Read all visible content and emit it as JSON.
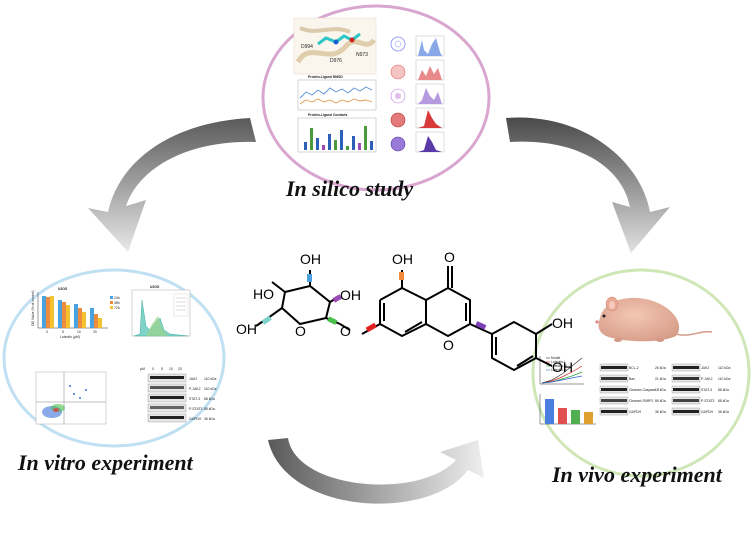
{
  "titles": {
    "in_silico": "In silico study",
    "in_vitro": "In vitro experiment",
    "in_vivo": "In vivo experiment"
  },
  "colors": {
    "silico_ellipse": "#d9a6cf",
    "vitro_ellipse": "#bfe0f3",
    "vivo_ellipse": "#cfe6b6",
    "arrow": "#8a8a8a"
  },
  "molecule": {
    "atoms": {
      "oh": "OH",
      "ho": "HO",
      "o": "O"
    }
  },
  "silico": {
    "residues": {
      "d994": "D994",
      "n973": "N973",
      "d976": "D976"
    },
    "rmsd_title": "Protein-Ligand RMSD",
    "contacts_title": "Protein-Ligand Contacts"
  },
  "vitro": {
    "bar_chart_title": "U2OS",
    "bar_legend": [
      "24h",
      "48h",
      "72h"
    ],
    "bar_xlabel": "Luteolin (μM)",
    "bar_ylabel": "OD Value (% of control)",
    "bar_xticks": [
      "0",
      "5",
      "10",
      "20"
    ],
    "histogram_title": "U2OS",
    "wb_header": [
      "μM",
      "0",
      "5",
      "10",
      "20"
    ],
    "wb_labels": [
      "JAK2",
      "P-JAK2",
      "STAT-3",
      "P-STAT3",
      "GAPDH"
    ],
    "wb_sizes": [
      "110 kDa",
      "110 kDa",
      "88 kDa",
      "88 kDa",
      "36 kDa"
    ]
  },
  "vivo": {
    "line_legend": [
      "Model",
      "Luteolin-L",
      "Luteolin-M",
      "Luteolin-H"
    ],
    "wb1_labels": [
      "BCL-2",
      "Bax",
      "Cleaved-Caspase 3",
      "Cleaved-PARP1",
      "GAPDH"
    ],
    "wb1_sizes": [
      "26 kDa",
      "21 kDa",
      "17 kDa",
      "89 kDa",
      "36 kDa"
    ],
    "wb2_labels": [
      "JAK2",
      "P-JAK2",
      "STAT-3",
      "P-STAT3",
      "GAPDH"
    ],
    "wb2_sizes": [
      "110 kDa",
      "110 kDa",
      "88 kDa",
      "88 kDa",
      "36 kDa"
    ]
  }
}
